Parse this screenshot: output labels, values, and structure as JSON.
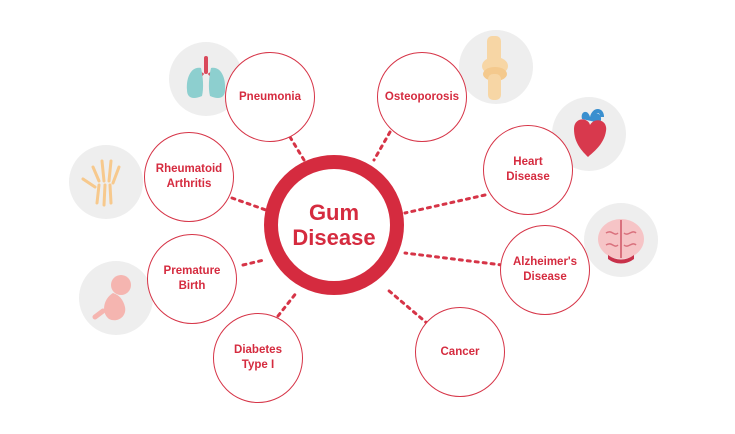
{
  "hub": {
    "label": "Gum\nDisease"
  },
  "nodes": [
    {
      "id": "pneumonia",
      "label": "Pneumonia"
    },
    {
      "id": "osteoporosis",
      "label": "Osteoporosis"
    },
    {
      "id": "rheumatoid-arthritis",
      "label": "Rheumatoid\nArthritis"
    },
    {
      "id": "heart-disease",
      "label": "Heart\nDisease"
    },
    {
      "id": "premature-birth",
      "label": "Premature\nBirth"
    },
    {
      "id": "alzheimers-disease",
      "label": "Alzheimer's\nDisease"
    },
    {
      "id": "diabetes-type-i",
      "label": "Diabetes\nType I"
    },
    {
      "id": "cancer",
      "label": "Cancer"
    }
  ],
  "icons": [
    "lungs-icon",
    "bone-joint-icon",
    "hand-bones-icon",
    "heart-icon",
    "fetus-icon",
    "brain-icon"
  ],
  "colors": {
    "accent": "#d52b3f",
    "icon_bg": "#eeeeee"
  }
}
